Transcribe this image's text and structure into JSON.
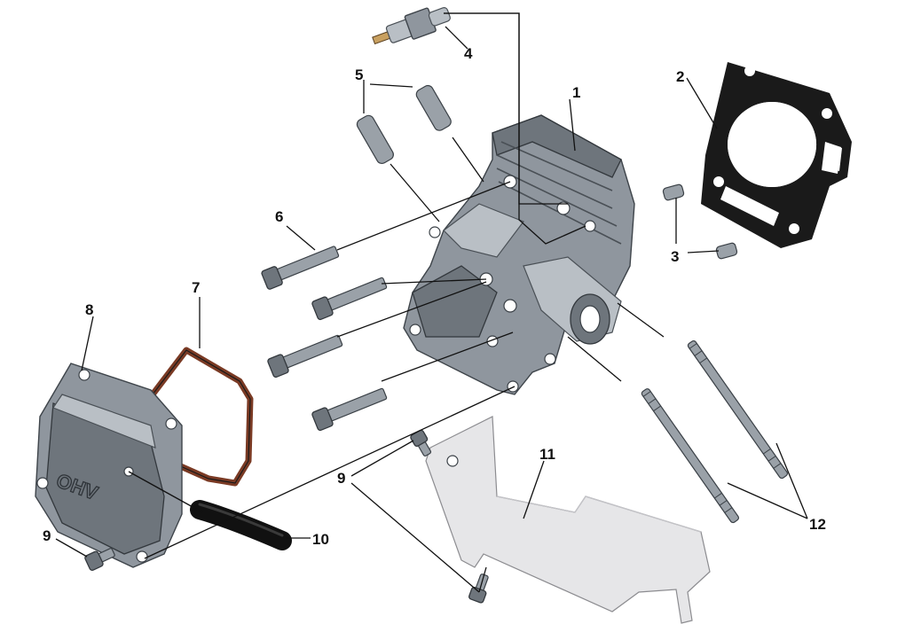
{
  "callouts": {
    "c1": "1",
    "c2": "2",
    "c3": "3",
    "c4": "4",
    "c5": "5",
    "c6": "6",
    "c7": "7",
    "c8": "8",
    "c9a": "9",
    "c9b": "9",
    "c10": "10",
    "c11": "11",
    "c12": "12"
  },
  "cover_lettering": "OHV",
  "colors": {
    "metal": "#8f969e",
    "gasket_black": "#1a1a1a",
    "gasket_brown": "#7a3a24",
    "shield": "#e6e6e8",
    "callout_text": "#111111"
  }
}
